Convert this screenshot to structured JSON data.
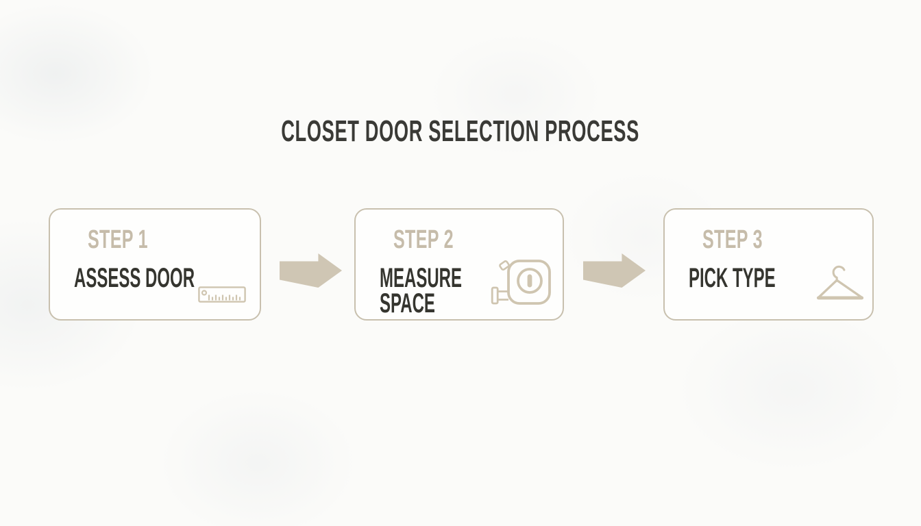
{
  "page": {
    "title": "CLOSET DOOR SELECTION PROCESS"
  },
  "colors": {
    "background": "#fbfbf9",
    "card_background": "#fefefd",
    "card_border": "#c8c0ae",
    "step_number_text": "#c6bcaa",
    "step_title_text": "#35352f",
    "title_text": "#3a3a36",
    "arrow": "#cfc6b4",
    "icon": "#cfc5b0"
  },
  "steps": [
    {
      "step_label": "STEP 1",
      "title_lines": [
        "ASSESS DOOR"
      ],
      "icon": "ruler-icon"
    },
    {
      "step_label": "STEP 2",
      "title_lines": [
        "MEASURE",
        "SPACE"
      ],
      "icon": "tape-measure-icon"
    },
    {
      "step_label": "STEP 3",
      "title_lines": [
        "PICK TYPE"
      ],
      "icon": "hanger-icon"
    }
  ],
  "arrows": [
    {
      "name": "arrow-1",
      "direction": "right"
    },
    {
      "name": "arrow-2",
      "direction": "right"
    }
  ]
}
